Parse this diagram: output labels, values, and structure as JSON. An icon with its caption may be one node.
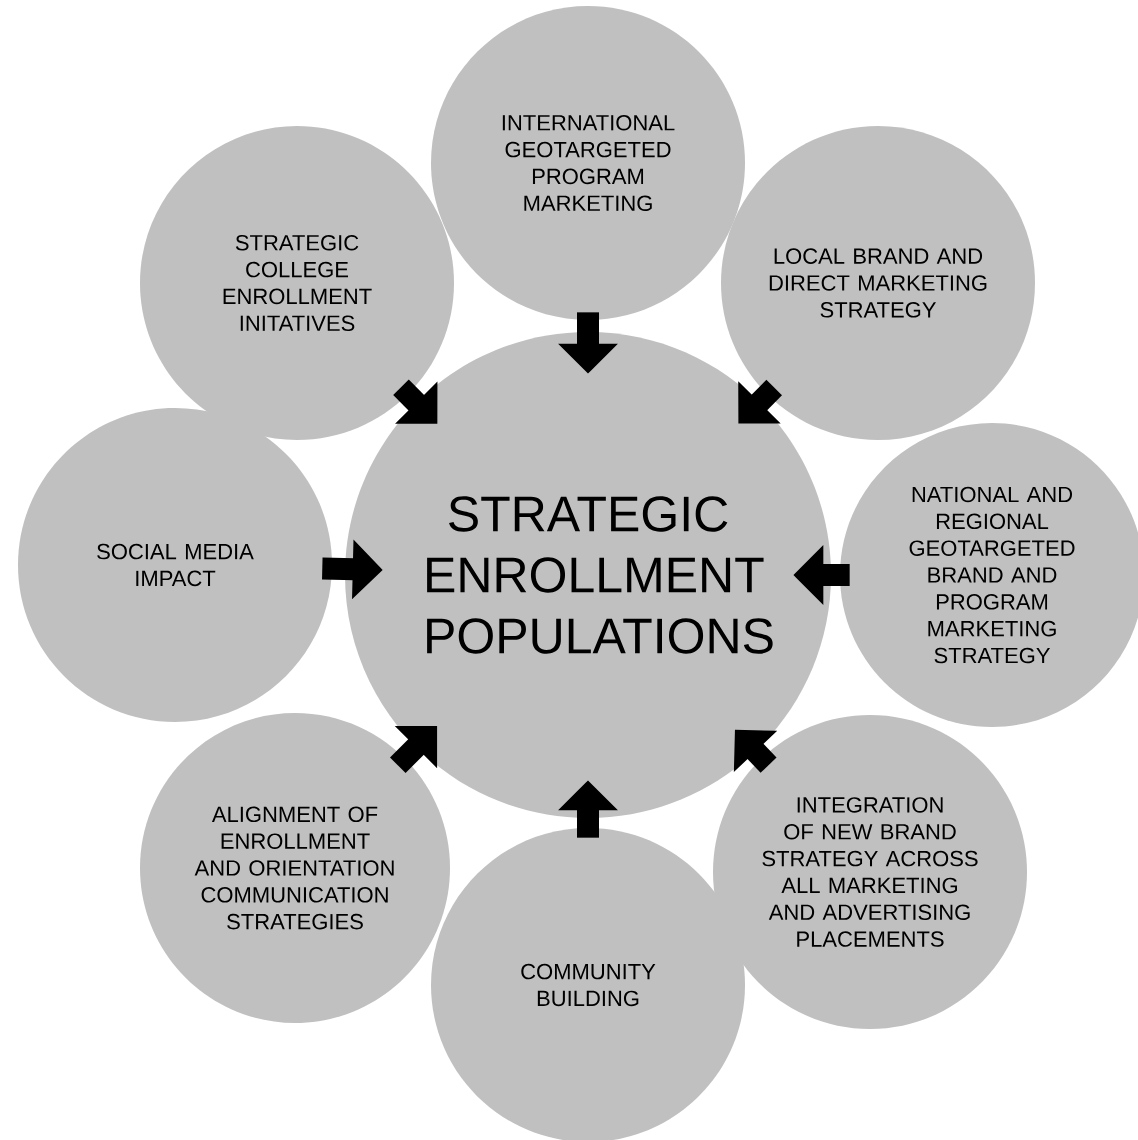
{
  "diagram": {
    "nodes": [
      {
        "text": [
          "STRATEGIC ENROLLMENT POPULATIONS"
        ]
      },
      {
        "text": [
          "INTERNATIONAL GEOTARGETED PROGRAM MARKETING"
        ]
      },
      {
        "text": [
          "LOCAL BRAND AND DIRECT MARKETING STRATEGY"
        ]
      },
      {
        "text": [
          "NATIONAL AND REGIONAL GEOTARGETED BRAND AND PROGRAM MARKETING STRATEGY"
        ]
      },
      {
        "text": [
          "INTEGRATION OF NEW BRAND STRATEGY ACROSS ALL MARKETING AND ADVERTISING PLACEMENTS"
        ]
      },
      {
        "text": [
          "COMMUNITY BUILDING"
        ]
      },
      {
        "text": [
          "ALIGNMENT OF ENROLLMENT AND ORIENTATION COMMUNICATION STRATEGIES"
        ]
      },
      {
        "text": [
          "SOCIAL MEDIA IMPACT"
        ]
      },
      {
        "text": [
          "STRATEGIC COLLEGE ENROLLMENT INITATIVES"
        ]
      }
    ],
    "edges": [
      {
        "from": 1,
        "to": 0,
        "arrow": "to"
      },
      {
        "from": 2,
        "to": 0,
        "arrow": "to"
      },
      {
        "from": 3,
        "to": 0,
        "arrow": "to"
      },
      {
        "from": 4,
        "to": 0,
        "arrow": "to"
      },
      {
        "from": 5,
        "to": 0,
        "arrow": "to"
      },
      {
        "from": 6,
        "to": 0,
        "arrow": "to"
      },
      {
        "from": 7,
        "to": 0,
        "arrow": "to"
      },
      {
        "from": 8,
        "to": 0,
        "arrow": "to"
      }
    ]
  }
}
